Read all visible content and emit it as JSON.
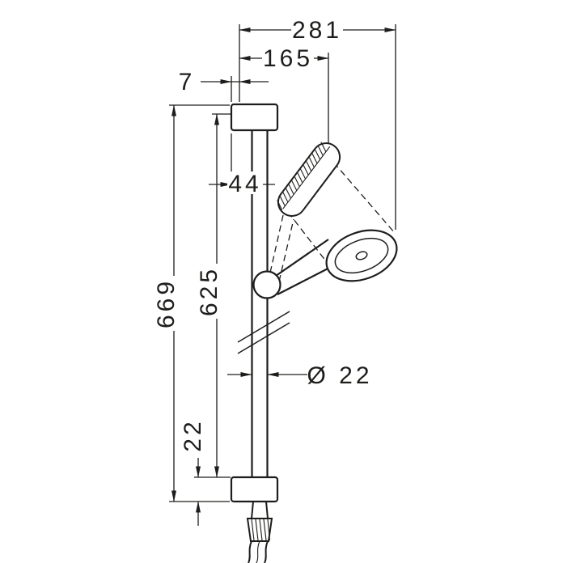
{
  "colors": {
    "line": "#1d1d1b",
    "background": "#ffffff"
  },
  "drawing": {
    "dimensions": {
      "total_width": "281",
      "head_center_width": "165",
      "top_edge_offset": "7",
      "holder_depth": "44",
      "total_height": "669",
      "bar_length": "625",
      "bar_diameter": "Ø 22",
      "bottom_bracket_height": "22"
    }
  }
}
